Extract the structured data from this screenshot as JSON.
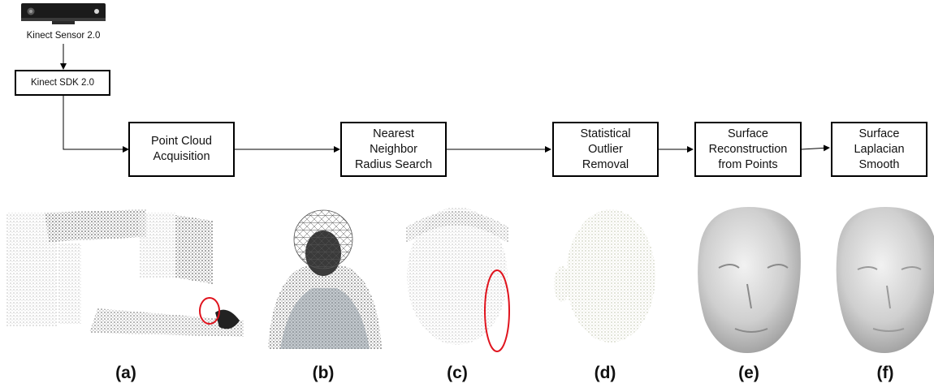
{
  "sensor": {
    "label": "Kinect Sensor 2.0"
  },
  "sdk": {
    "label": "Kinect SDK 2.0"
  },
  "pipeline": [
    {
      "label": "Point Cloud\nAcquisition"
    },
    {
      "label": "Nearest\nNeighbor\nRadius Search"
    },
    {
      "label": "Statistical\nOutlier\nRemoval"
    },
    {
      "label": "Surface\nReconstruction\nfrom Points"
    },
    {
      "label": "Surface\nLaplacian\nSmooth"
    }
  ],
  "panels": [
    "(a)",
    "(b)",
    "(c)",
    "(d)",
    "(e)",
    "(f)"
  ],
  "colors": {
    "line": "#000000",
    "highlight": "#e0141e",
    "mesh": "#c8c8c8",
    "points": "#3a3a3a"
  }
}
